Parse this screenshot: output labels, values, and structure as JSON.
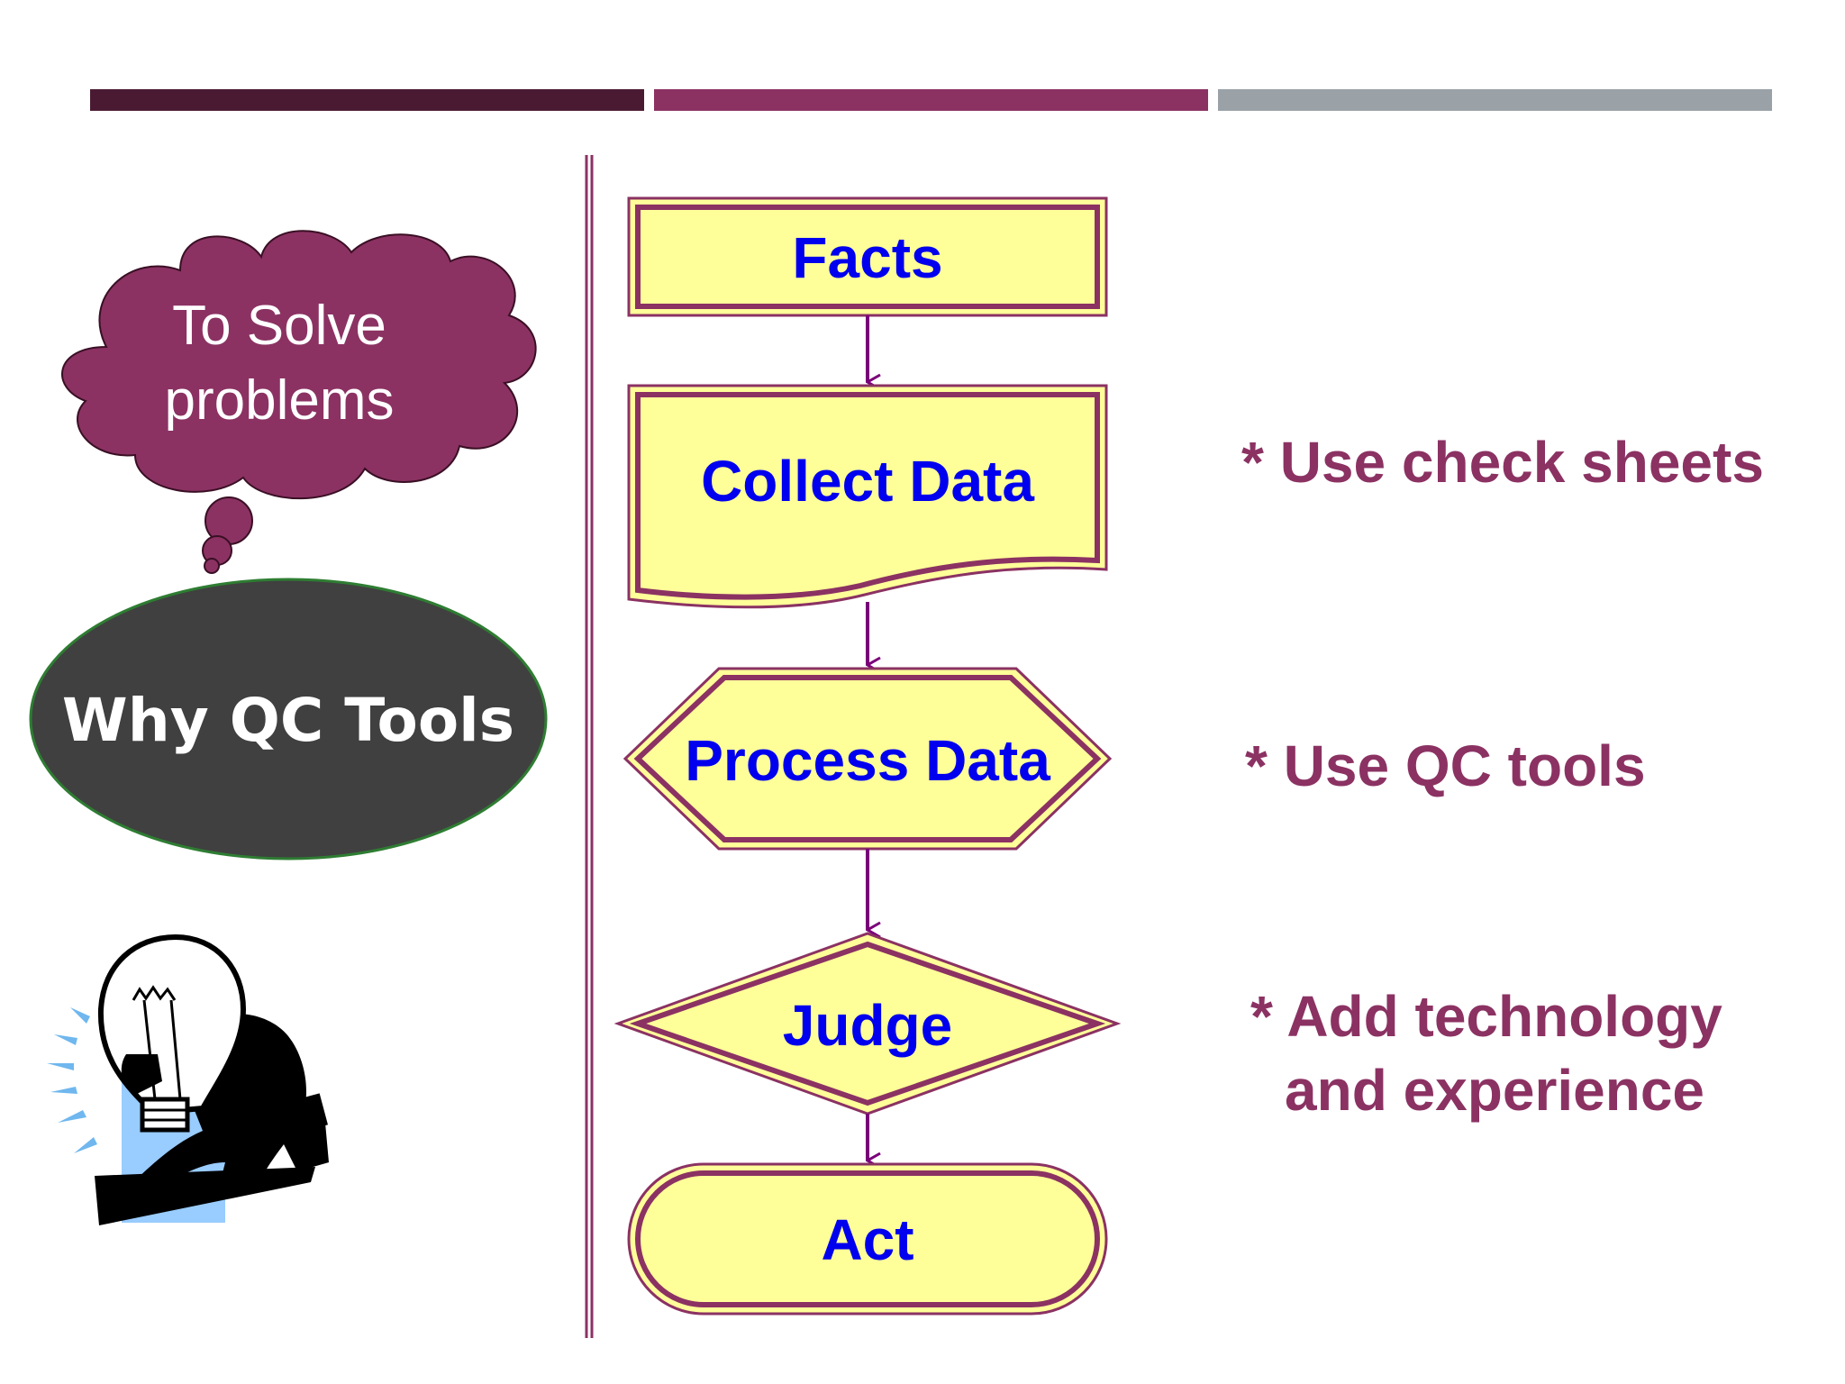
{
  "colors": {
    "bar_dark": "#4a1a33",
    "bar_mid": "#8b3263",
    "bar_gray": "#9aa2a8",
    "accent": "#8b3263",
    "box_fill": "#ffff99",
    "flow_text": "#0000ee",
    "arrow": "#7a007a",
    "ellipse_fill": "#404040",
    "ellipse_stroke": "#2e7d32",
    "note_text": "#8b3263",
    "bulb_panel": "#99ccff"
  },
  "cloud": {
    "line1": "To Solve",
    "line2": "problems"
  },
  "ellipse": {
    "label": "Why QC Tools"
  },
  "flowchart": {
    "steps": [
      {
        "label": "Facts",
        "shape": "rectangle"
      },
      {
        "label": "Collect Data",
        "shape": "document"
      },
      {
        "label": "Process Data",
        "shape": "hexagon"
      },
      {
        "label": "Judge",
        "shape": "diamond"
      },
      {
        "label": "Act",
        "shape": "terminator"
      }
    ]
  },
  "notes": {
    "check_sheets": "* Use check sheets",
    "qc_tools": "* Use QC tools",
    "tech_line1": "* Add technology",
    "tech_line2": "and experience"
  },
  "clipart": {
    "icon": "idea-lightbulb-businessman-icon"
  }
}
